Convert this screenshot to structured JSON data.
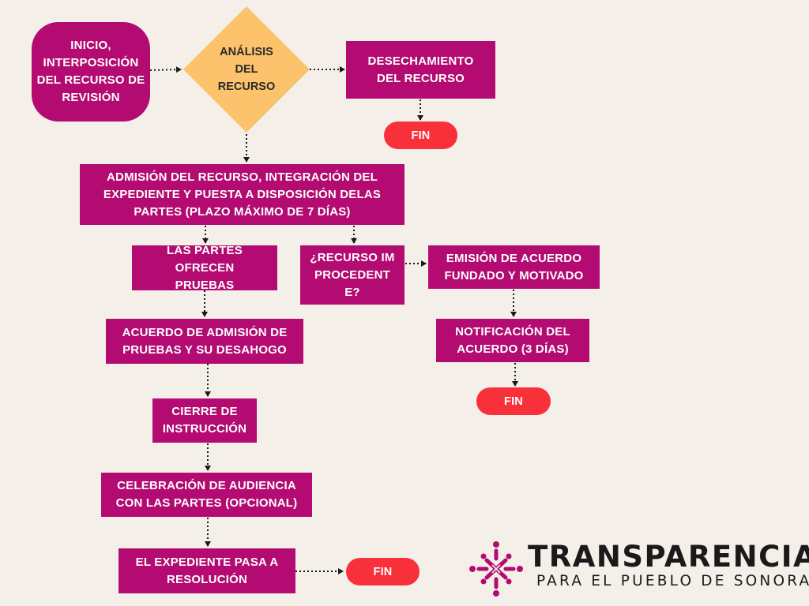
{
  "nodes": {
    "inicio": "INICIO, INTERPOSICIÓN DEL RECURSO DE REVISIÓN",
    "analisis": "ANÁLISIS DEL RECURSO",
    "desechamiento": "DESECHAMIENTO DEL RECURSO",
    "fin_1": "FIN",
    "admision": "ADMISIÓN DEL RECURSO, INTEGRACIÓN DEL EXPEDIENTE Y PUESTA A DISPOSICIÓN DELAS PARTES (PLAZO MÁXIMO DE 7 DÍAS)",
    "partes_pruebas": "LAS PARTES OFRECEN PRUEBAS",
    "improcedente": "¿RECURSO IMPROCEDENTE?",
    "emision": "EMISIÓN DE ACUERDO FUNDADO Y MOTIVADO",
    "acuerdo_pruebas": "ACUERDO DE ADMISIÓN DE PRUEBAS Y SU DESAHOGO",
    "notificacion": "NOTIFICACIÓN DEL ACUERDO (3 DÍAS)",
    "fin_2": "FIN",
    "cierre": "CIERRE DE INSTRUCCIÓN",
    "audiencia": "CELEBRACIÓN DE AUDIENCIA CON LAS PARTES (OPCIONAL)",
    "resolucion": "EL EXPEDIENTE PASA A RESOLUCIÓN",
    "fin_3": "FIN"
  },
  "brand": {
    "title": "TRANSPARENCIA",
    "subtitle": "PARA EL PUEBLO DE SONORA",
    "logo_icon": "woven-diamond-logo"
  },
  "colors": {
    "background": "#f4efe9",
    "process": "#b30b71",
    "decision": "#fdc36c",
    "end": "#f8303a",
    "connector": "#1a1a1a"
  }
}
